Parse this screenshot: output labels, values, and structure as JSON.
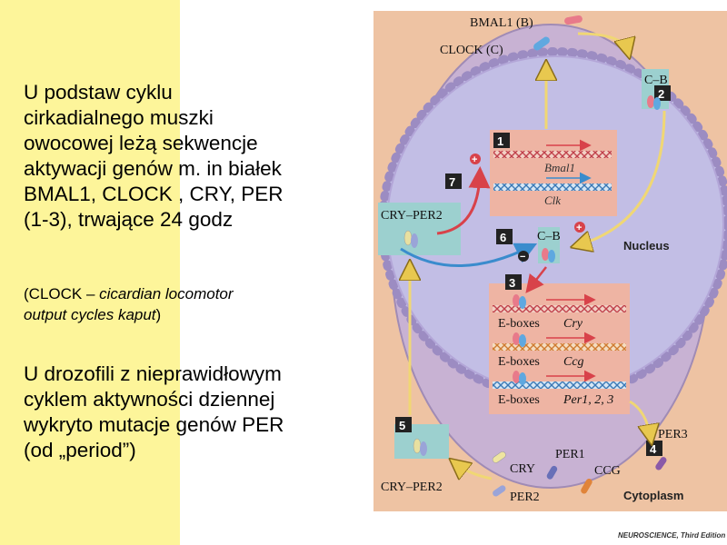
{
  "left_text": {
    "p1_lines": [
      "U podstaw cyklu",
      "cirkadialnego muszki",
      "owocowej leżą sekwencje",
      "aktywacji genów m. in białek",
      "BMAL1,  CLOCK , CRY, PER",
      "(1-3), trwające 24 godz"
    ],
    "p2_a": "(CLOCK – ",
    "p2_italic_1": "cicardian locomotor",
    "p2_italic_2": "output cycles kaput",
    "p2_b": ")",
    "p3_lines": [
      "U drozofili z nieprawidłowym",
      "cyklem aktywności dziennej",
      "wykryto mutacje genów PER",
      "(od „period”)"
    ]
  },
  "diagram": {
    "labels": {
      "bmal1": "BMAL1 (B)",
      "clock": "CLOCK (C)",
      "cb_top": "C–B",
      "cb_mid": "C–B",
      "cry_per2_top": "CRY–PER2",
      "cry_per2_bottom": "CRY–PER2",
      "nucleus": "Nucleus",
      "cytoplasm": "Cytoplasm",
      "cry": "CRY",
      "per1": "PER1",
      "per2": "PER2",
      "per3": "PER3",
      "ccg": "CCG",
      "gene_bmal1": "Bmal1",
      "gene_clk": "Clk",
      "eboxes_1": "E-boxes",
      "eboxes_2": "E-boxes",
      "eboxes_3": "E-boxes",
      "gene_cry": "Cry",
      "gene_ccg": "Ccg",
      "gene_per": "Per1, 2, 3",
      "plus": "+",
      "minus": "−"
    },
    "steps": [
      "1",
      "2",
      "3",
      "4",
      "5",
      "6",
      "7"
    ],
    "colors": {
      "background": "#eec3a3",
      "cell": "#c8b2d3",
      "nucleus": "#c2bee5",
      "box": "#eeb4a3",
      "cyan_box": "#9cd0cf",
      "red_arrow": "#d8424a",
      "blue_arrow": "#3a8ccd",
      "yellow_arrow": "#f0d774"
    }
  },
  "credit": "NEUROSCIENCE, Third Edition"
}
